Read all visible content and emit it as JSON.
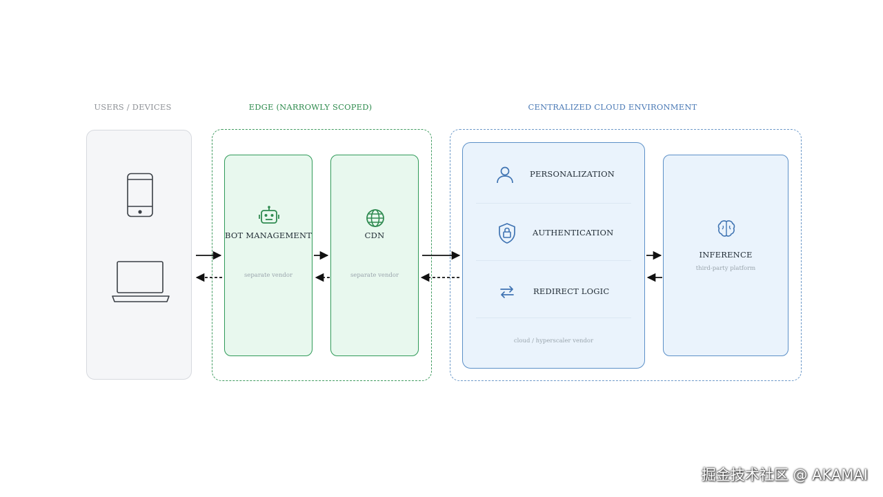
{
  "sections": {
    "users": "USERS / DEVICES",
    "edge": "EDGE (NARROWLY SCOPED)",
    "cloud": "CENTRALIZED CLOUD ENVIRONMENT"
  },
  "edge_cards": {
    "bot": {
      "title": "BOT MANAGEMENT",
      "subtitle": "separate vendor",
      "icon": "robot-icon"
    },
    "cdn": {
      "title": "CDN",
      "subtitle": "separate vendor",
      "icon": "globe-icon"
    }
  },
  "cloud_services": [
    {
      "label": "PERSONALIZATION",
      "icon": "user-icon"
    },
    {
      "label": "AUTHENTICATION",
      "icon": "shield-lock-icon"
    },
    {
      "label": "REDIRECT LOGIC",
      "icon": "redirect-arrows-icon"
    }
  ],
  "cloud_footer": "cloud / hyperscaler vendor",
  "inference": {
    "title": "INFERENCE",
    "subtitle": "third-party platform",
    "icon": "brain-icon"
  },
  "devices": [
    "smartphone-icon",
    "laptop-icon"
  ],
  "watermark": "掘金技术社区 @ AKAMAI",
  "colors": {
    "edge_green": "#2f9a58",
    "edge_fill": "#e8f8ee",
    "cloud_blue": "#5b8fc7",
    "cloud_fill": "#eaf3fc",
    "users_gray": "#d6d9de"
  }
}
